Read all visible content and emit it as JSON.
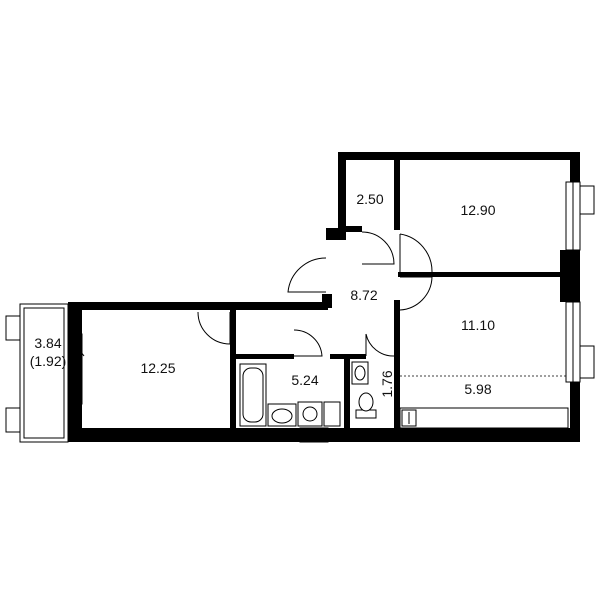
{
  "rooms": {
    "balcony": {
      "area": "3.84",
      "area_sub": "(1.92)"
    },
    "living_room": {
      "area": "12.25"
    },
    "bathroom": {
      "area": "5.24"
    },
    "wc": {
      "area": "1.76"
    },
    "hallway": {
      "area": "8.72"
    },
    "storage": {
      "area": "2.50"
    },
    "bedroom": {
      "area": "12.90"
    },
    "room_right": {
      "area": "11.10"
    },
    "kitchen": {
      "area": "5.98"
    }
  },
  "colors": {
    "wall": "#000000",
    "background": "#ffffff"
  }
}
